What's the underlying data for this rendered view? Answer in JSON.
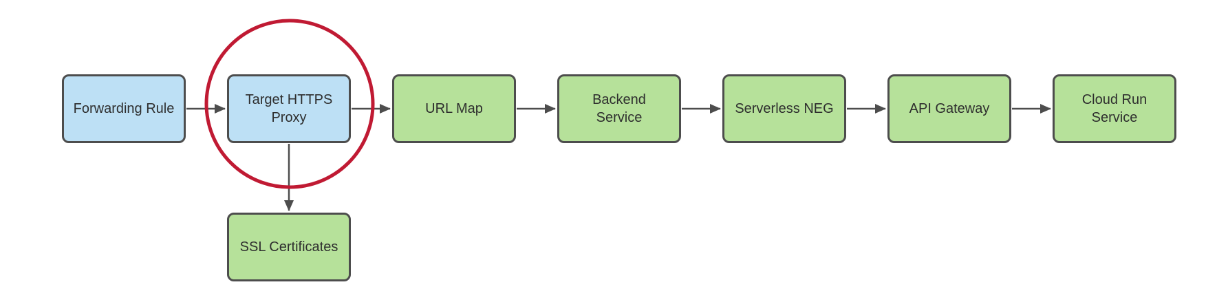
{
  "diagram": {
    "type": "flowchart",
    "nodes": [
      {
        "id": "forwarding-rule",
        "label": "Forwarding Rule",
        "color": "blue",
        "highlighted": false
      },
      {
        "id": "target-https-proxy",
        "label": "Target HTTPS Proxy",
        "color": "blue",
        "highlighted": true
      },
      {
        "id": "url-map",
        "label": "URL Map",
        "color": "green",
        "highlighted": false
      },
      {
        "id": "backend-service",
        "label": "Backend Service",
        "color": "green",
        "highlighted": false
      },
      {
        "id": "serverless-neg",
        "label": "Serverless NEG",
        "color": "green",
        "highlighted": false
      },
      {
        "id": "api-gateway",
        "label": "API Gateway",
        "color": "green",
        "highlighted": false
      },
      {
        "id": "cloud-run-service",
        "label": "Cloud Run Service",
        "color": "green",
        "highlighted": false
      },
      {
        "id": "ssl-certificates",
        "label": "SSL Certificates",
        "color": "green",
        "highlighted": false
      }
    ],
    "edges": [
      {
        "from": "forwarding-rule",
        "to": "target-https-proxy",
        "direction": "right"
      },
      {
        "from": "target-https-proxy",
        "to": "url-map",
        "direction": "right"
      },
      {
        "from": "url-map",
        "to": "backend-service",
        "direction": "right"
      },
      {
        "from": "backend-service",
        "to": "serverless-neg",
        "direction": "right"
      },
      {
        "from": "serverless-neg",
        "to": "api-gateway",
        "direction": "right"
      },
      {
        "from": "api-gateway",
        "to": "cloud-run-service",
        "direction": "right"
      },
      {
        "from": "target-https-proxy",
        "to": "ssl-certificates",
        "direction": "down"
      }
    ],
    "annotations": [
      {
        "type": "circle-highlight",
        "target": "target-https-proxy"
      }
    ]
  },
  "colors": {
    "background": "#FFFFFF",
    "node_blue_fill": "#BDE0F5",
    "node_green_fill": "#B6E19A",
    "node_border": "#4D4D4D",
    "arrow": "#4D4D4D",
    "highlight_circle": "#C01A33",
    "text": "#2E2E2E"
  }
}
